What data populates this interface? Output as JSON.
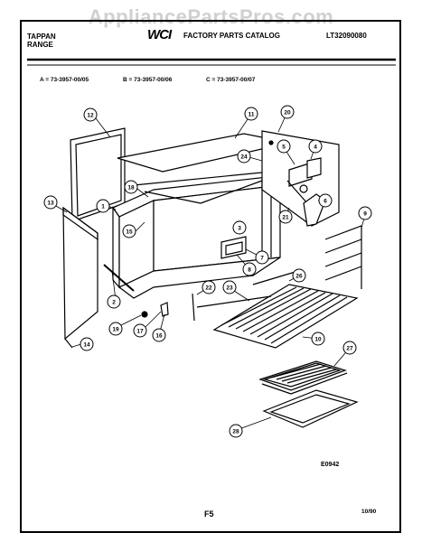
{
  "watermark": "AppliancePartsPros.com",
  "header": {
    "brand_line1": "TAPPAN",
    "brand_line2": "RANGE",
    "logo": "WCI",
    "catalog_title": "FACTORY PARTS CATALOG",
    "part_number": "LT32090080"
  },
  "model_codes": [
    "A = 73-3957-00/05",
    "B = 73-3957-00/06",
    "C = 73-3957-00/07"
  ],
  "callouts": [
    "12",
    "11",
    "20",
    "5",
    "4",
    "24",
    "18",
    "1",
    "15",
    "13",
    "3",
    "6",
    "21",
    "9",
    "8",
    "7",
    "2",
    "26",
    "22",
    "23",
    "19",
    "17",
    "16",
    "10",
    "14",
    "27",
    "28"
  ],
  "footer": {
    "figure_code": "E0942",
    "page": "F5",
    "date": "10/90"
  }
}
